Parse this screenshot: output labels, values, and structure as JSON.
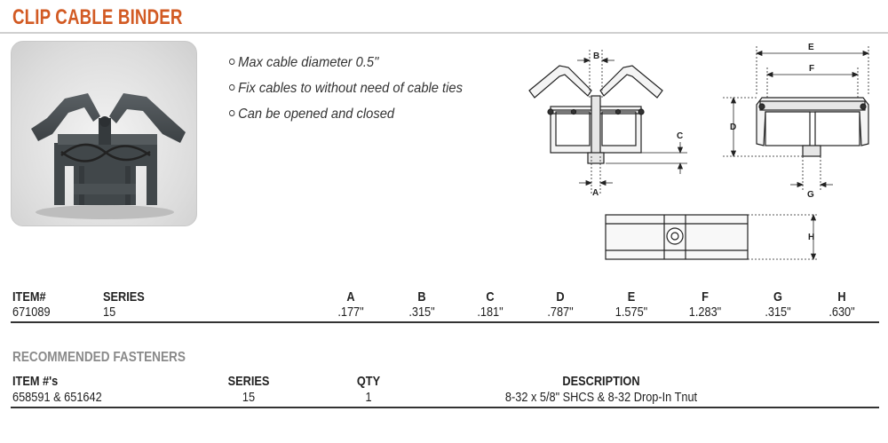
{
  "product": {
    "title": "CLIP CABLE BINDER",
    "features": [
      "Max cable diameter 0.5\"",
      "Fix cables to without need of cable ties",
      "Can be opened and closed"
    ]
  },
  "diagram_labels": {
    "A": "A",
    "B": "B",
    "C": "C",
    "D": "D",
    "E": "E",
    "F": "F",
    "G": "G",
    "H": "H"
  },
  "spec_table": {
    "headers": [
      "ITEM#",
      "SERIES",
      "A",
      "B",
      "C",
      "D",
      "E",
      "F",
      "G",
      "H"
    ],
    "row": [
      "671089",
      "15",
      ".177\"",
      ".315\"",
      ".181\"",
      ".787\"",
      "1.575\"",
      "1.283\"",
      ".315\"",
      ".630\""
    ]
  },
  "fasteners": {
    "title": "RECOMMENDED FASTENERS",
    "headers": [
      "ITEM #'s",
      "SERIES",
      "QTY",
      "DESCRIPTION"
    ],
    "row": [
      "658591 & 651642",
      "15",
      "1",
      "8-32 x 5/8\" SHCS & 8-32 Drop-In Tnut"
    ]
  },
  "colors": {
    "title": "#d25a23",
    "subtitle": "#8a8a8a",
    "part": "#4a4f52"
  }
}
